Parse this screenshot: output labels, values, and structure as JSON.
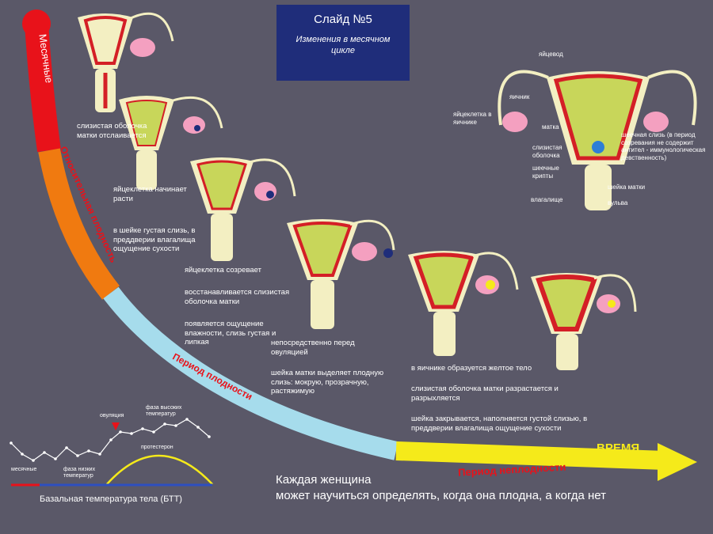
{
  "slide": {
    "number_label": "Слайд №5",
    "subtitle": "Изменения в месячном цикле"
  },
  "curve_labels": {
    "menses": "Месячные",
    "relative_fertility": "Относительная плодность",
    "fertile_period": "Период плодности",
    "infertile_period": "Период неплодности",
    "time": "ВРЕМЯ"
  },
  "stage_texts": {
    "stage1": "слизистая оболочка матки отслаивается",
    "stage2a": "яйцеклетка начинает расти",
    "stage2b": "в шейке густая слизь, в преддверии влагалища ощущение сухости",
    "stage3a": "яйцеклетка созревает",
    "stage3b": "восстанавливается слизистая оболочка матки",
    "stage3c": "появляется ощущение влажности, слизь густая и липкая",
    "stage4a": "непосредственно перед овуляцией",
    "stage4b": "шейка матки выделяет плодную слизь: мокрую, прозрачную, растяжимую",
    "stage5a": "в яичнике образуется желтое тело",
    "stage5b": "слизистая оболочка матки разрастается и разрыхляется",
    "stage5c": "шейка закрывается, наполняется густой слизью, в преддверии влагалища ощущение сухости"
  },
  "anatomy_labels": {
    "oviduct": "яйцевод",
    "ovary": "яичник",
    "egg_in_ovary": "яйцеклетка в яичнике",
    "uterus": "матка",
    "mucosa": "слизистая оболочка",
    "cervical_crypts": "шеечные крипты",
    "vagina": "влагалище",
    "cervical_mucus": "шеечная слизь (в период созревания не содержит антител - иммунологическая девственность)",
    "cervix": "шейка матки",
    "vulva": "вульва"
  },
  "btt": {
    "caption": "Базальная температура тела (БТТ)",
    "menses": "месячные",
    "low_phase": "фаза низких температур",
    "high_phase": "фаза высоких температур",
    "ovulation": "овуляция",
    "progesterone": "протестерон"
  },
  "bottom_message": {
    "line1": "Каждая женщина",
    "line2": "может научиться определять, когда она плодна, а когда нет"
  },
  "colors": {
    "background": "#5a5868",
    "menses_red": "#e8121a",
    "relative_orange": "#f07a10",
    "fertile_blue": "#a6dcec",
    "infertile_yellow": "#f5ea1a",
    "title_box": "#1f2d7a",
    "uterus_fill": "#f3efc2",
    "uterus_lining": "#d41f26",
    "ovary_pink": "#f4a0c0"
  }
}
